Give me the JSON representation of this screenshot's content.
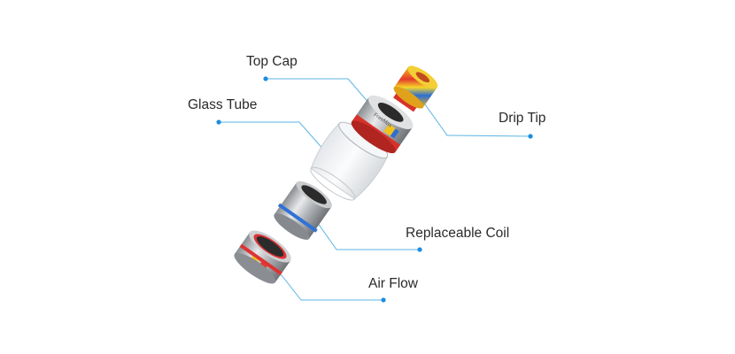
{
  "title": "Tank exploded view",
  "labels": {
    "top_cap": "Top Cap",
    "glass_tube": "Glass Tube",
    "drip_tip": "Drip Tip",
    "replaceable_coil": "Replaceable Coil",
    "air_flow": "Air Flow"
  },
  "logo_text": "FreeMax",
  "colors": {
    "leader": "#5bb4e6",
    "dot": "#1a8ee0",
    "text": "#2a2a2a"
  }
}
